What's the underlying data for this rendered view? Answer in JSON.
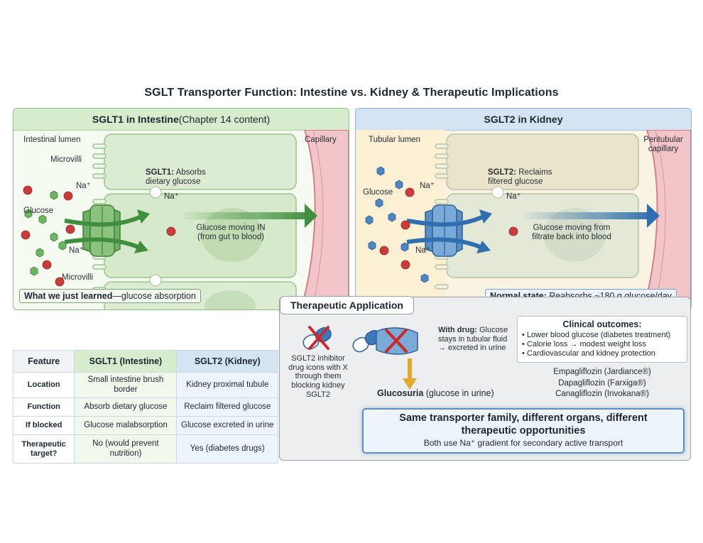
{
  "title": "SGLT Transporter Function: Intestine vs. Kidney & Therapeutic Implications",
  "intestine": {
    "header_bold": "SGLT1 in Intestine",
    "header_rest": " (Chapter 14 content)",
    "lumen": "Intestinal lumen",
    "microvilli_top": "Microvilli",
    "microvilli_bottom": "Microvilli",
    "capillary": "Capillary",
    "na_top": "Na⁺",
    "glucose": "Glucose",
    "na_bottom": "Na⁺",
    "sglt_label_bold": "SGLT1:",
    "sglt_label_rest": " Absorbs dietary glucose",
    "na_inside": "Na⁺",
    "glucose_moving": "Glucose moving IN (from gut to blood)",
    "footer_bold": "What we just learned",
    "footer_rest": "—glucose absorption"
  },
  "kidney": {
    "header": "SGLT2 in Kidney",
    "lumen": "Tubular lumen",
    "capillary": "Peritubular capillary",
    "glucose": "Glucose",
    "na_top": "Na⁺",
    "na_bottom": "Na⁺",
    "sglt_label_bold": "SGLT2:",
    "sglt_label_rest": " Reclaims filtered glucose",
    "na_inside": "Na⁺",
    "glucose_moving": "Glucose moving from filtrate back into blood",
    "footer_bold": "Normal state:",
    "footer_rest": " Reabsorbs ~180 g glucose/day"
  },
  "therapy": {
    "header": "Therapeutic Application",
    "drug_caption": "SGLT2 inhibitor drug icons with X through them blocking kidney SGLT2",
    "with_drug_bold": "With drug:",
    "with_drug_rest": " Glucose stays in tubular fluid → excreted in urine",
    "glucosuria_bold": "Glucosuria",
    "glucosuria_rest": " (glucose in urine)",
    "outcomes_title": "Clinical outcomes:",
    "outcomes": [
      "• Lower blood glucose (diabetes treatment)",
      "• Calorie loss → modest weight loss",
      "• Cardiovascular and kidney protection"
    ],
    "drugs": [
      "Empagliflozin (Jardiance®)",
      "Dapagliflozin (Farxiga®)",
      "Canagliflozin (Invokana®)"
    ],
    "summary_title": "Same transporter family, different organs, different therapeutic opportunities",
    "summary_sub": "Both use Na⁺ gradient for secondary active transport"
  },
  "table": {
    "headers": [
      "Feature",
      "SGLT1 (Intestine)",
      "SGLT2 (Kidney)"
    ],
    "rows": [
      [
        "Location",
        "Small intestine brush border",
        "Kidney proximal tubule"
      ],
      [
        "Function",
        "Absorb dietary glucose",
        "Reclaim filtered glucose"
      ],
      [
        "If blocked",
        "Glucose malabsorption",
        "Glucose excreted in urine"
      ],
      [
        "Therapeutic target?",
        "No (would prevent nutrition)",
        "Yes (diabetes drugs)"
      ]
    ]
  },
  "colors": {
    "intestine_accent": "#3f8f3f",
    "kidney_accent": "#2f6fb0",
    "sodium": "#cc3b3b",
    "glucose_green": "#5aa84f",
    "glucose_blue": "#3d78b8",
    "drug_x": "#cc2a2a",
    "urine_arrow": "#e0a92a"
  }
}
